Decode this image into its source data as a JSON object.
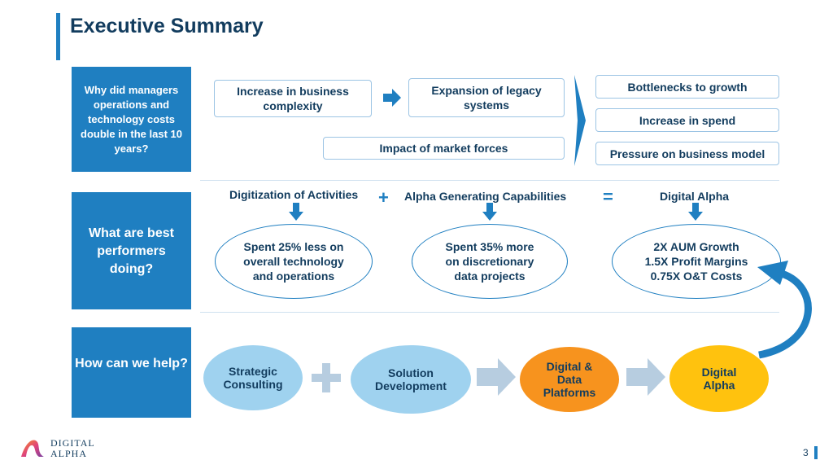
{
  "header": {
    "title": "Executive Summary"
  },
  "section1": {
    "question": "Why did managers operations and technology costs double in the last 10 years?",
    "box_business": "Increase in business complexity",
    "box_legacy": "Expansion of legacy systems",
    "box_market": "Impact of market forces",
    "box_bottlenecks": "Bottlenecks to growth",
    "box_spend": "Increase in spend",
    "box_pressure": "Pressure on business model"
  },
  "section2": {
    "question": "What are best performers doing?",
    "hdr_digitization": "Digitization of Activities",
    "plus": "+",
    "hdr_alpha_gen": "Alpha Generating Capabilities",
    "equals": "=",
    "hdr_digital_alpha": "Digital Alpha",
    "ellipse1": "Spent 25% less on overall technology and operations",
    "ellipse2": "Spent 35% more on discretionary data projects",
    "ellipse3_line1": "2X AUM Growth",
    "ellipse3_line2": "1.5X Profit Margins",
    "ellipse3_line3": "0.75X O&T Costs"
  },
  "section3": {
    "question": "How can we help?",
    "oval1": "Strategic Consulting",
    "oval2": "Solution Development",
    "oval3": "Digital & Data Platforms",
    "oval4": "Digital Alpha"
  },
  "footer": {
    "logo_line1": "DIGITAL",
    "logo_line2": "ALPHA",
    "page_number": "3"
  },
  "colors": {
    "primary_blue": "#1f7fc1",
    "dark_navy": "#123c5e",
    "light_blue": "#9fd2ef",
    "orange": "#f7931e",
    "yellow": "#ffc20e",
    "arrow_grey_blue": "#b7cde0"
  }
}
